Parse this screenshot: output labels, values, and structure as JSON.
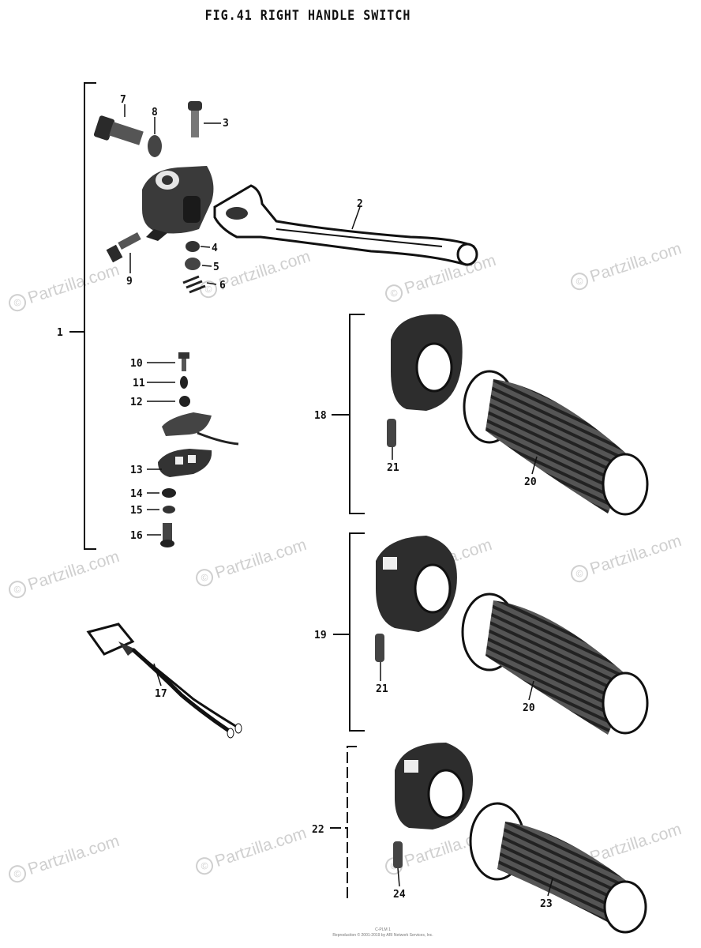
{
  "title": "FIG.41  RIGHT HANDLE SWITCH",
  "watermark": "Partzilla.com",
  "footer": {
    "page_code": "C-PLM 1",
    "copyright": "Reproduction © 2001-2019 by ARI Network Services, Inc."
  },
  "parts": [
    {
      "id": "1",
      "label": "1"
    },
    {
      "id": "2",
      "label": "2"
    },
    {
      "id": "3",
      "label": "3"
    },
    {
      "id": "4",
      "label": "4"
    },
    {
      "id": "5",
      "label": "5"
    },
    {
      "id": "6",
      "label": "6"
    },
    {
      "id": "7",
      "label": "7"
    },
    {
      "id": "8",
      "label": "8"
    },
    {
      "id": "9",
      "label": "9"
    },
    {
      "id": "10",
      "label": "10"
    },
    {
      "id": "11",
      "label": "11"
    },
    {
      "id": "12",
      "label": "12"
    },
    {
      "id": "13",
      "label": "13"
    },
    {
      "id": "14",
      "label": "14"
    },
    {
      "id": "15",
      "label": "15"
    },
    {
      "id": "16",
      "label": "16"
    },
    {
      "id": "17",
      "label": "17"
    },
    {
      "id": "18",
      "label": "18"
    },
    {
      "id": "19",
      "label": "19"
    },
    {
      "id": "20a",
      "label": "20"
    },
    {
      "id": "20b",
      "label": "20"
    },
    {
      "id": "21a",
      "label": "21"
    },
    {
      "id": "21b",
      "label": "21"
    },
    {
      "id": "22",
      "label": "22"
    },
    {
      "id": "23",
      "label": "23"
    },
    {
      "id": "24",
      "label": "24"
    }
  ]
}
